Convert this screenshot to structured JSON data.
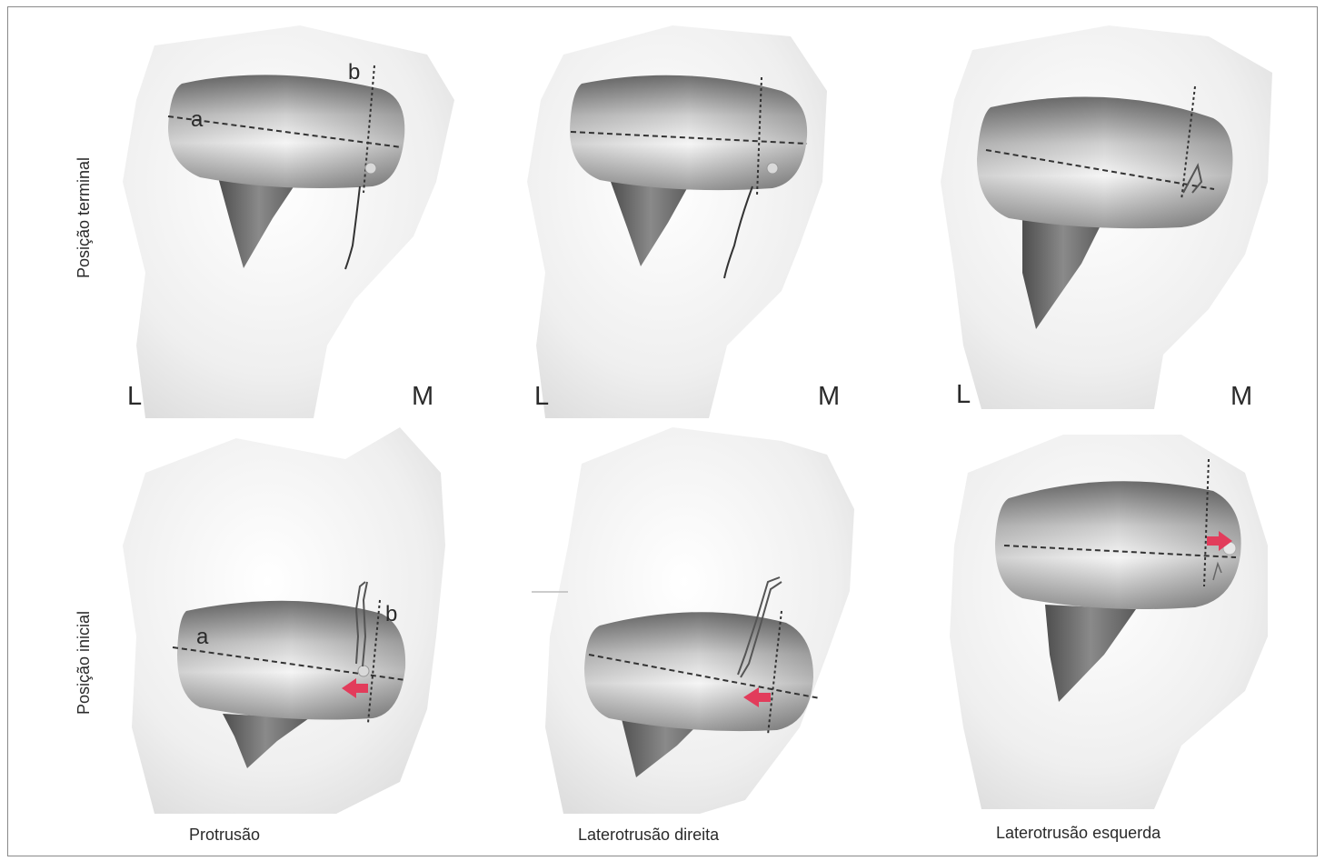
{
  "row_labels": [
    "Posição terminal",
    "Posição inicial"
  ],
  "orientation": {
    "lateral": "L",
    "medial": "M"
  },
  "axis_labels": {
    "a": "a",
    "b": "b"
  },
  "captions": [
    "Protrusão",
    "Laterotrusão direita",
    "Laterotrusão esquerda"
  ],
  "colors": {
    "arrow": "#e23c5b",
    "condyle_light": "#f4f4f4",
    "condyle_dark": "#6b6b6b",
    "frame": "#8a8a8a"
  }
}
